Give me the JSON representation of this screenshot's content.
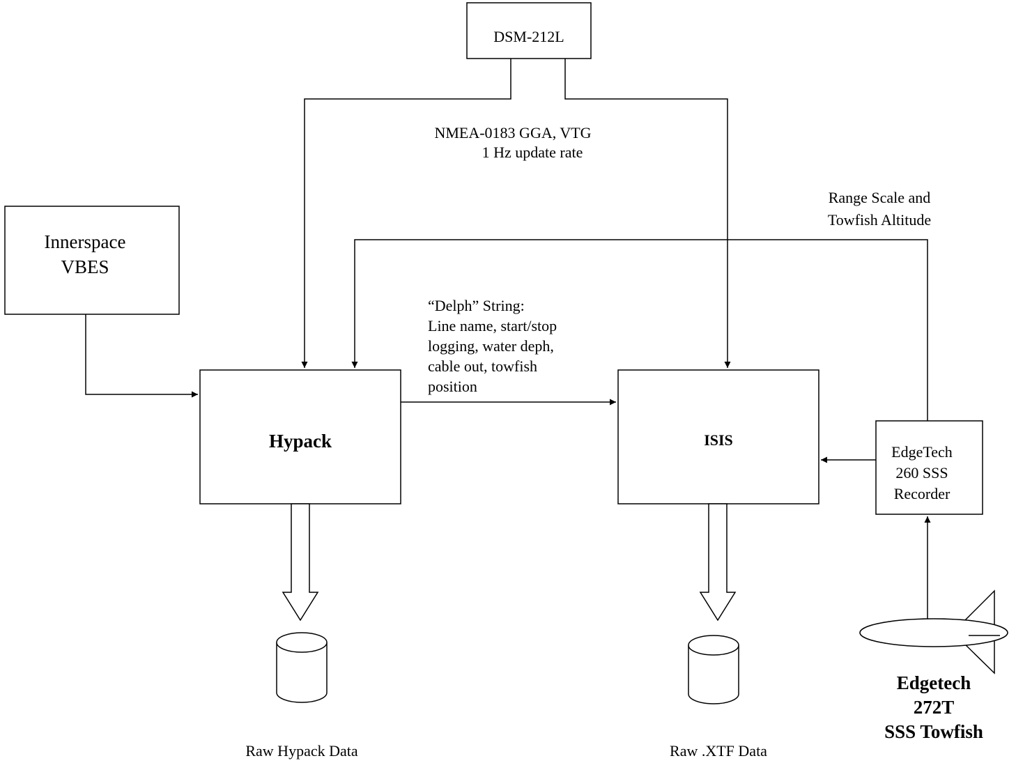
{
  "nodes": {
    "dsm": {
      "label": "DSM-212L"
    },
    "innerspace": {
      "line1": "Innerspace",
      "line2": "VBES"
    },
    "hypack": {
      "label": "Hypack"
    },
    "isis": {
      "label": "ISIS"
    },
    "edgetech_recorder": {
      "line1": "EdgeTech",
      "line2": "260 SSS",
      "line3": "Recorder"
    },
    "towfish": {
      "line1": "Edgetech",
      "line2": "272T",
      "line3": "SSS Towfish"
    }
  },
  "annotations": {
    "nmea": {
      "line1": "NMEA-0183 GGA, VTG",
      "line2": "1 Hz update rate"
    },
    "range": {
      "line1": "Range Scale and",
      "line2": "Towfish Altitude"
    },
    "delph": {
      "line1": "“Delph” String:",
      "line2": "Line name, start/stop",
      "line3": "logging, water deph,",
      "line4": "cable out, towfish",
      "line5": "position"
    }
  },
  "outputs": {
    "hypack_data": "Raw Hypack Data",
    "xtf_data": "Raw .XTF Data"
  }
}
